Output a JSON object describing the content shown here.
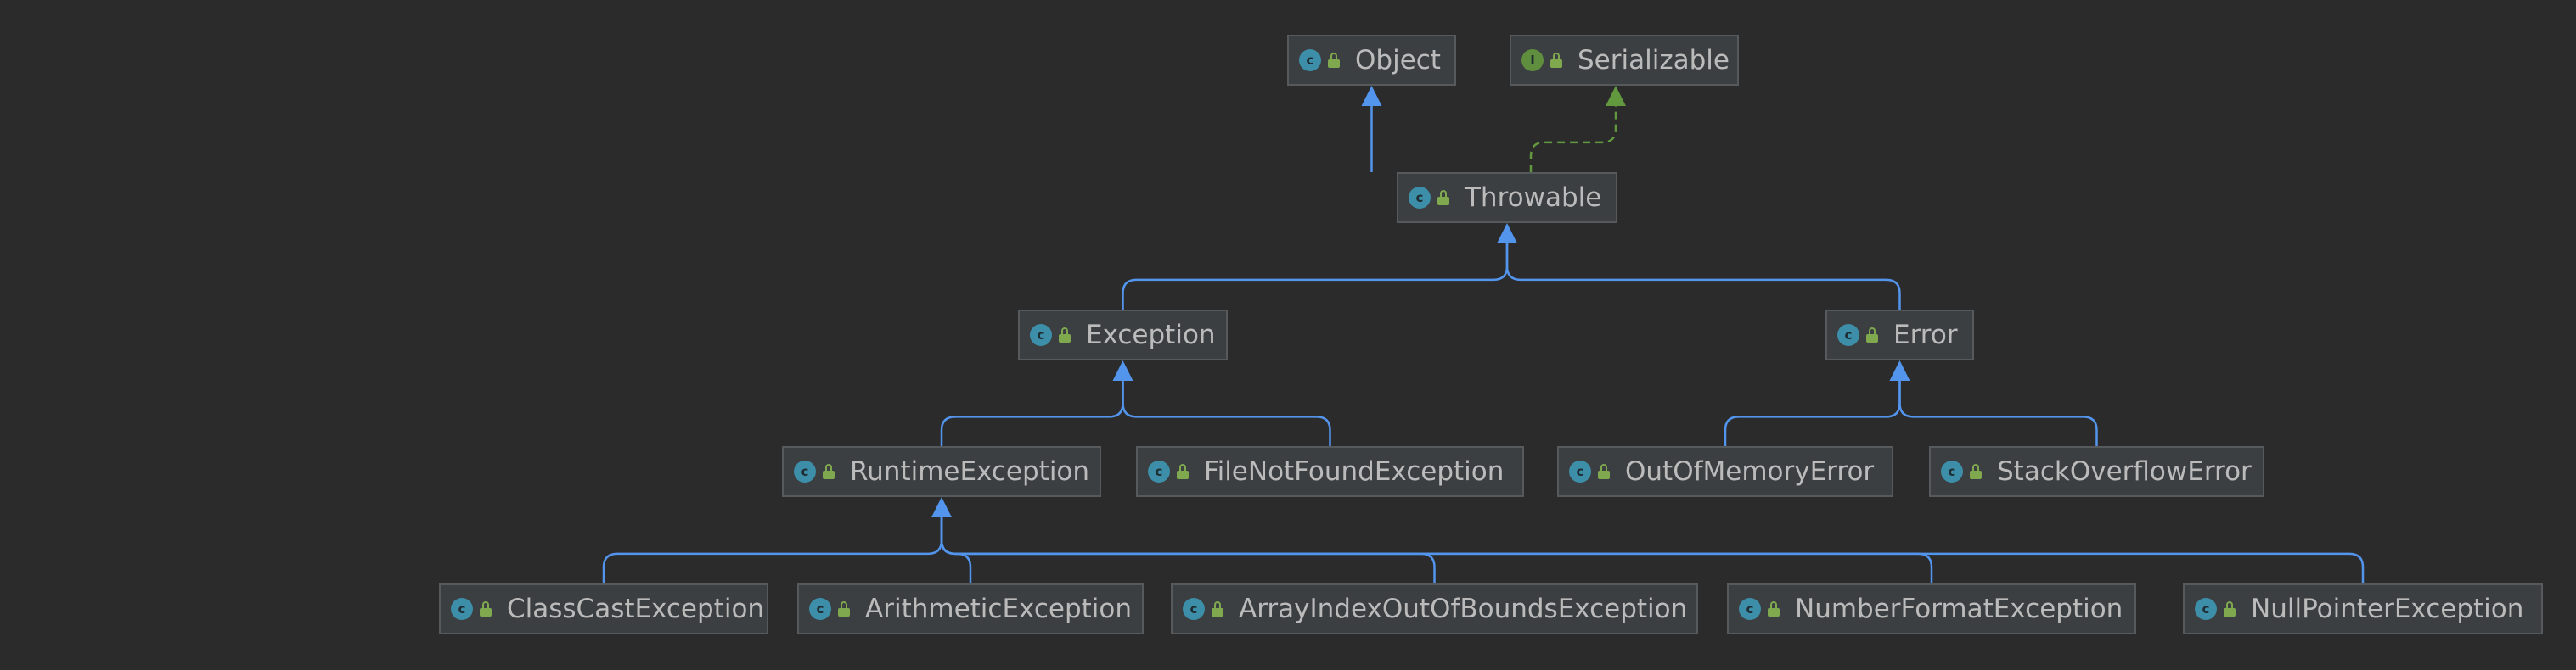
{
  "diagram": {
    "colors": {
      "background": "#2b2b2b",
      "node_fill": "#3c3f41",
      "node_border": "#565a5c",
      "text": "#bbbbbb",
      "extends_edge": "#5394ec",
      "implements_edge": "#62983e",
      "class_icon": "#3d8ea8",
      "interface_icon": "#5f8f3e"
    },
    "nodes": [
      {
        "id": "object",
        "label": "Object",
        "kind": "class",
        "kind_letter": "c",
        "icon": "class-icon"
      },
      {
        "id": "serializable",
        "label": "Serializable",
        "kind": "interface",
        "kind_letter": "I",
        "icon": "interface-icon"
      },
      {
        "id": "throwable",
        "label": "Throwable",
        "kind": "class",
        "kind_letter": "c",
        "icon": "class-icon"
      },
      {
        "id": "exception",
        "label": "Exception",
        "kind": "class",
        "kind_letter": "c",
        "icon": "class-icon"
      },
      {
        "id": "error",
        "label": "Error",
        "kind": "class",
        "kind_letter": "c",
        "icon": "class-icon"
      },
      {
        "id": "runtime-exception",
        "label": "RuntimeException",
        "kind": "class",
        "kind_letter": "c",
        "icon": "class-icon"
      },
      {
        "id": "file-not-found-exception",
        "label": "FileNotFoundException",
        "kind": "class",
        "kind_letter": "c",
        "icon": "class-icon"
      },
      {
        "id": "out-of-memory-error",
        "label": "OutOfMemoryError",
        "kind": "class",
        "kind_letter": "c",
        "icon": "class-icon"
      },
      {
        "id": "stack-overflow-error",
        "label": "StackOverflowError",
        "kind": "class",
        "kind_letter": "c",
        "icon": "class-icon"
      },
      {
        "id": "class-cast-exception",
        "label": "ClassCastException",
        "kind": "class",
        "kind_letter": "c",
        "icon": "class-icon"
      },
      {
        "id": "arithmetic-exception",
        "label": "ArithmeticException",
        "kind": "class",
        "kind_letter": "c",
        "icon": "class-icon"
      },
      {
        "id": "array-index-out-of-bounds-exception",
        "label": "ArrayIndexOutOfBoundsException",
        "kind": "class",
        "kind_letter": "c",
        "icon": "class-icon"
      },
      {
        "id": "number-format-exception",
        "label": "NumberFormatException",
        "kind": "class",
        "kind_letter": "c",
        "icon": "class-icon"
      },
      {
        "id": "null-pointer-exception",
        "label": "NullPointerException",
        "kind": "class",
        "kind_letter": "c",
        "icon": "class-icon"
      }
    ],
    "edges": [
      {
        "from": "throwable",
        "to": "object",
        "type": "extends"
      },
      {
        "from": "throwable",
        "to": "serializable",
        "type": "implements"
      },
      {
        "from": "exception",
        "to": "throwable",
        "type": "extends"
      },
      {
        "from": "error",
        "to": "throwable",
        "type": "extends"
      },
      {
        "from": "runtime-exception",
        "to": "exception",
        "type": "extends"
      },
      {
        "from": "file-not-found-exception",
        "to": "exception",
        "type": "extends"
      },
      {
        "from": "out-of-memory-error",
        "to": "error",
        "type": "extends"
      },
      {
        "from": "stack-overflow-error",
        "to": "error",
        "type": "extends"
      },
      {
        "from": "class-cast-exception",
        "to": "runtime-exception",
        "type": "extends"
      },
      {
        "from": "arithmetic-exception",
        "to": "runtime-exception",
        "type": "extends"
      },
      {
        "from": "array-index-out-of-bounds-exception",
        "to": "runtime-exception",
        "type": "extends"
      },
      {
        "from": "number-format-exception",
        "to": "runtime-exception",
        "type": "extends"
      },
      {
        "from": "null-pointer-exception",
        "to": "runtime-exception",
        "type": "extends"
      }
    ]
  }
}
